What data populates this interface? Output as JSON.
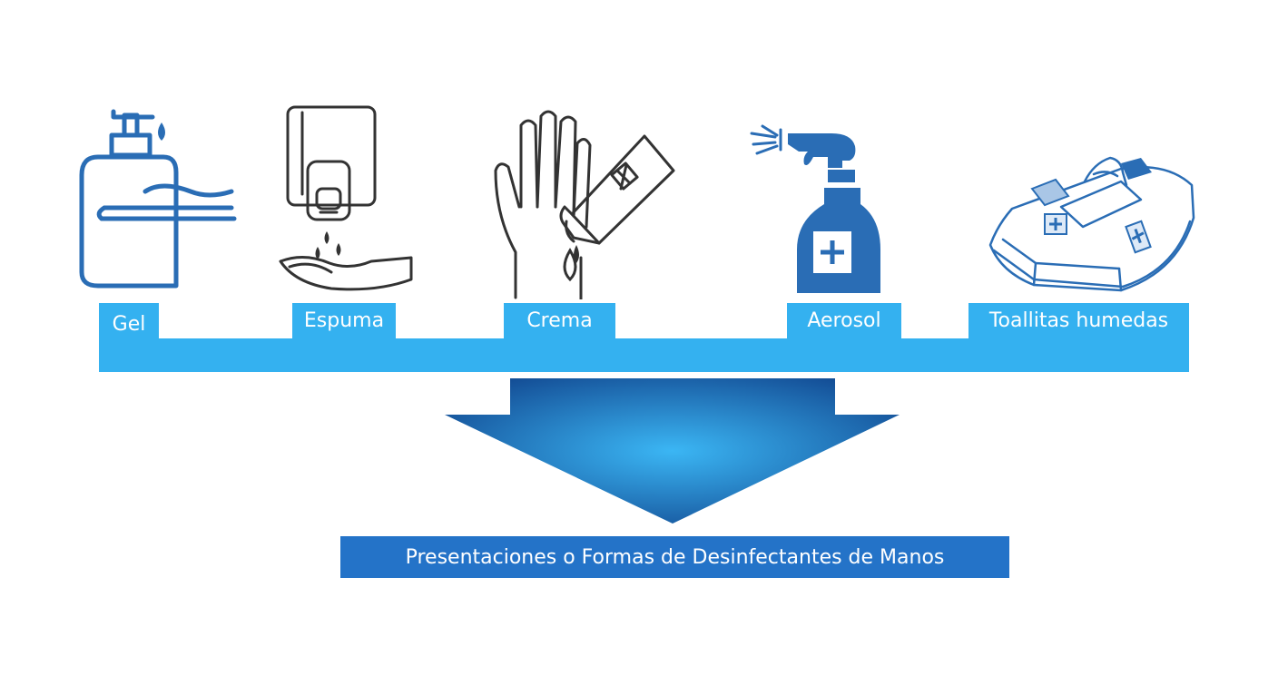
{
  "items": [
    {
      "label": "Gel",
      "icon": "gel-pump-bottle-icon"
    },
    {
      "label": "Espuma",
      "icon": "foam-dispenser-icon"
    },
    {
      "label": "Crema",
      "icon": "cream-tube-icon"
    },
    {
      "label": "Aerosol",
      "icon": "spray-bottle-icon"
    },
    {
      "label": "Toallitas humedas",
      "icon": "wet-wipes-pack-icon"
    }
  ],
  "result": "Presentaciones o Formas de Desinfectantes de Manos",
  "colors": {
    "bar": "#34b1f0",
    "icon": "#2a6db5",
    "arrow_light": "#3bb6f4",
    "arrow_dark": "#144f97",
    "result_box": "#2473c8"
  }
}
